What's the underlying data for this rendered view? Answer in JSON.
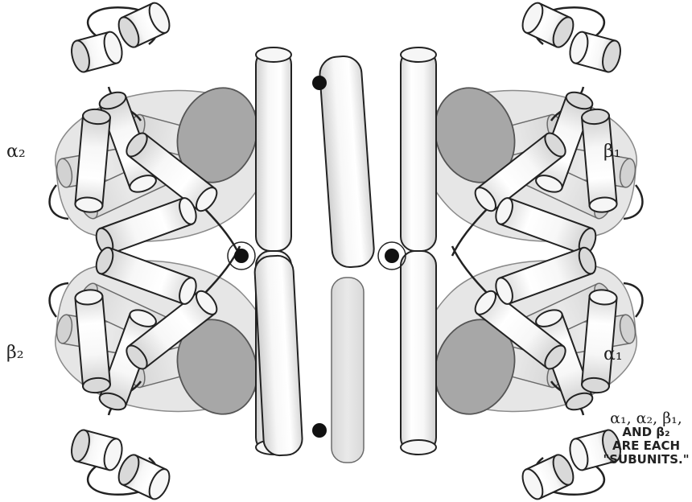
{
  "labels": {
    "alpha2": "α₂",
    "beta1": "β₁",
    "beta2": "β₂",
    "alpha1": "α₁"
  },
  "note": {
    "line1": "α₁, α₂, β₁,",
    "line2": "AND β₂",
    "line3": "ARE EACH",
    "line4": "\"SUBUNITS.\""
  },
  "colors": {
    "helix_fill": "#f4f4f4",
    "back_fill": "#e3e3e3",
    "heme_fill": "#a9a9a9",
    "outline": "#222222",
    "iron": "#111111"
  }
}
